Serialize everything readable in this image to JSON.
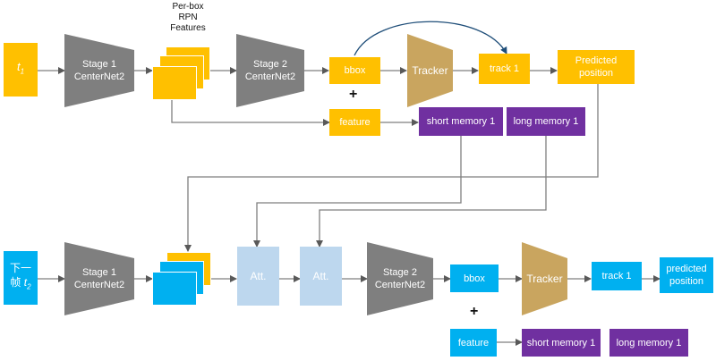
{
  "colors": {
    "yellow": "#FFC000",
    "blue": "#00B0F0",
    "gray": "#7F7F7F",
    "tan": "#C9A55F",
    "purple": "#7030A0",
    "lightblue": "#BDD7EE",
    "line": "#7F7F7F",
    "curve": "#1F4E79"
  },
  "top_row": {
    "input": {
      "letter": "t",
      "sub": "1"
    },
    "stage1": {
      "line1": "Stage 1",
      "line2": "CenterNet2"
    },
    "features_caption": {
      "line1": "Per-box",
      "line2": "RPN",
      "line3": "Features"
    },
    "stage2": {
      "line1": "Stage 2",
      "line2": "CenterNet2"
    },
    "bbox": "bbox",
    "plus": "+",
    "tracker": "Tracker",
    "track": "track 1",
    "predicted": {
      "line1": "Predicted",
      "line2": "position"
    },
    "feature": "feature",
    "short_memory": "short memory 1",
    "long_memory": "long memory 1"
  },
  "bottom_row": {
    "input": {
      "line1": "下一",
      "line2_prefix": "帧",
      "letter": "t",
      "sub": "2"
    },
    "stage1": {
      "line1": "Stage 1",
      "line2": "CenterNet2"
    },
    "att1": "Att.",
    "att2": "Att.",
    "stage2": {
      "line1": "Stage 2",
      "line2": "CenterNet2"
    },
    "bbox": "bbox",
    "plus": "+",
    "tracker": "Tracker",
    "track": "track 1",
    "predicted": {
      "line1": "predicted",
      "line2": "position"
    },
    "feature": "feature",
    "short_memory": "short memory 1",
    "long_memory": "long memory 1"
  }
}
